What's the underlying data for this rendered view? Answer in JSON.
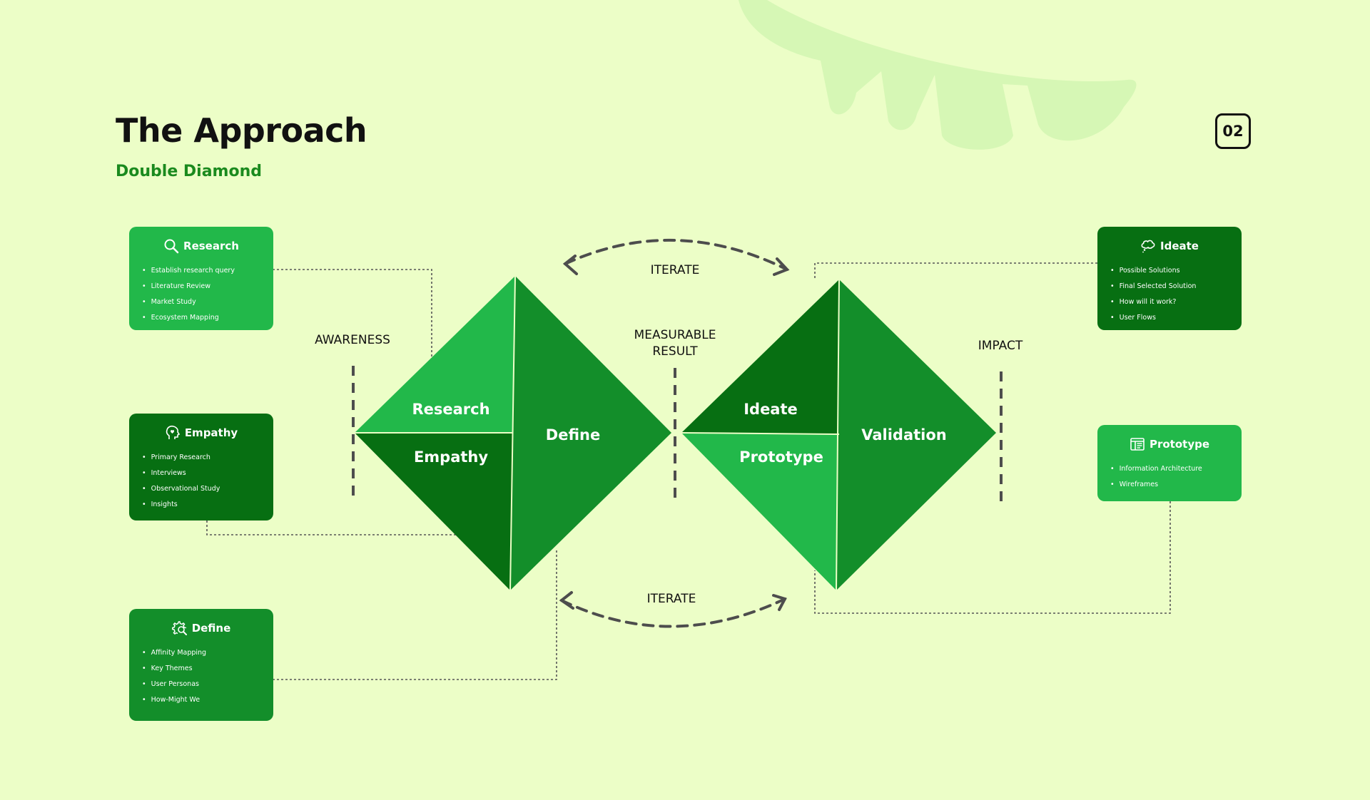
{
  "header": {
    "title": "The Approach",
    "subtitle": "Double Diamond",
    "page_number": "02"
  },
  "diagram": {
    "left_diamond": {
      "top_left": "Research",
      "bottom_left": "Empathy",
      "right": "Define"
    },
    "right_diamond": {
      "top_left": "Ideate",
      "bottom_left": "Prototype",
      "right": "Validation"
    },
    "markers": {
      "awareness": "AWARENESS",
      "measurable_line1": "MEASURABLE",
      "measurable_line2": "RESULT",
      "impact": "IMPACT"
    },
    "iterate_top": "ITERATE",
    "iterate_bottom": "ITERATE"
  },
  "cards": {
    "research": {
      "title": "Research",
      "icon": "magnifier-icon",
      "items": [
        "Establish research query",
        "Literature Review",
        "Market Study",
        "Ecosystem Mapping"
      ]
    },
    "empathy": {
      "title": "Empathy",
      "icon": "head-heart-icon",
      "items": [
        "Primary Research",
        "Interviews",
        "Observational Study",
        "Insights"
      ]
    },
    "define": {
      "title": "Define",
      "icon": "gear-search-icon",
      "items": [
        "Affinity Mapping",
        "Key Themes",
        "User Personas",
        "How-Might We"
      ]
    },
    "ideate": {
      "title": "Ideate",
      "icon": "thought-bubble-icon",
      "items": [
        "Possible Solutions",
        "Final Selected Solution",
        "How will it work?",
        "User Flows"
      ]
    },
    "prototype": {
      "title": "Prototype",
      "icon": "layout-icon",
      "items": [
        "Information Architecture",
        "Wireframes"
      ]
    }
  },
  "colors": {
    "background": "#ecfec7",
    "light_green": "#22b84a",
    "mid_green": "#138e2a",
    "dark_green": "#076f12",
    "accent_text": "#1a8a1e"
  }
}
